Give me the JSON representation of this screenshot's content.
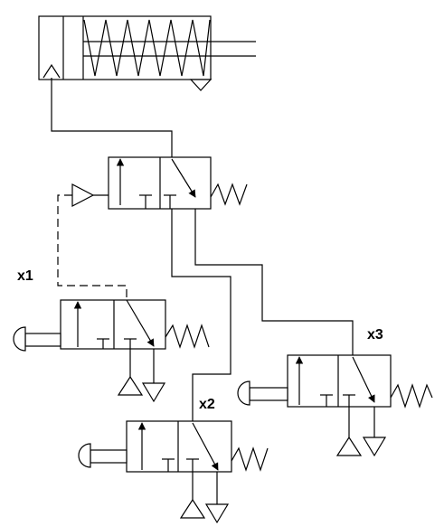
{
  "diagram": {
    "type": "pneumatic-circuit",
    "labels": {
      "x1": "x1",
      "x2": "x2",
      "x3": "x3"
    },
    "colors": {
      "line": "#000000",
      "background": "#ffffff"
    }
  }
}
